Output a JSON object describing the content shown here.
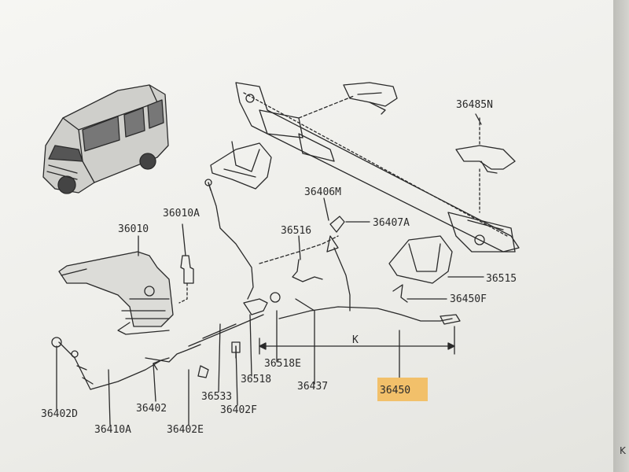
{
  "parts": {
    "p36485N": "36485N",
    "p36010A": "36010A",
    "p36010": "36010",
    "p36406M": "36406M",
    "p36516": "36516",
    "p36407A": "36407A",
    "p36515": "36515",
    "p36450F": "36450F",
    "p36518E": "36518E",
    "p36518": "36518",
    "p36533": "36533",
    "p36437": "36437",
    "p36402F": "36402F",
    "p36402D": "36402D",
    "p36402": "36402",
    "p36410A": "36410A",
    "p36402E": "36402E",
    "p36450": "36450",
    "dim_k": "K"
  },
  "corner_text": "K",
  "colors": {
    "highlight": "#f2c06a",
    "line": "#2a2a2a",
    "paper": "#f3f3ef"
  }
}
